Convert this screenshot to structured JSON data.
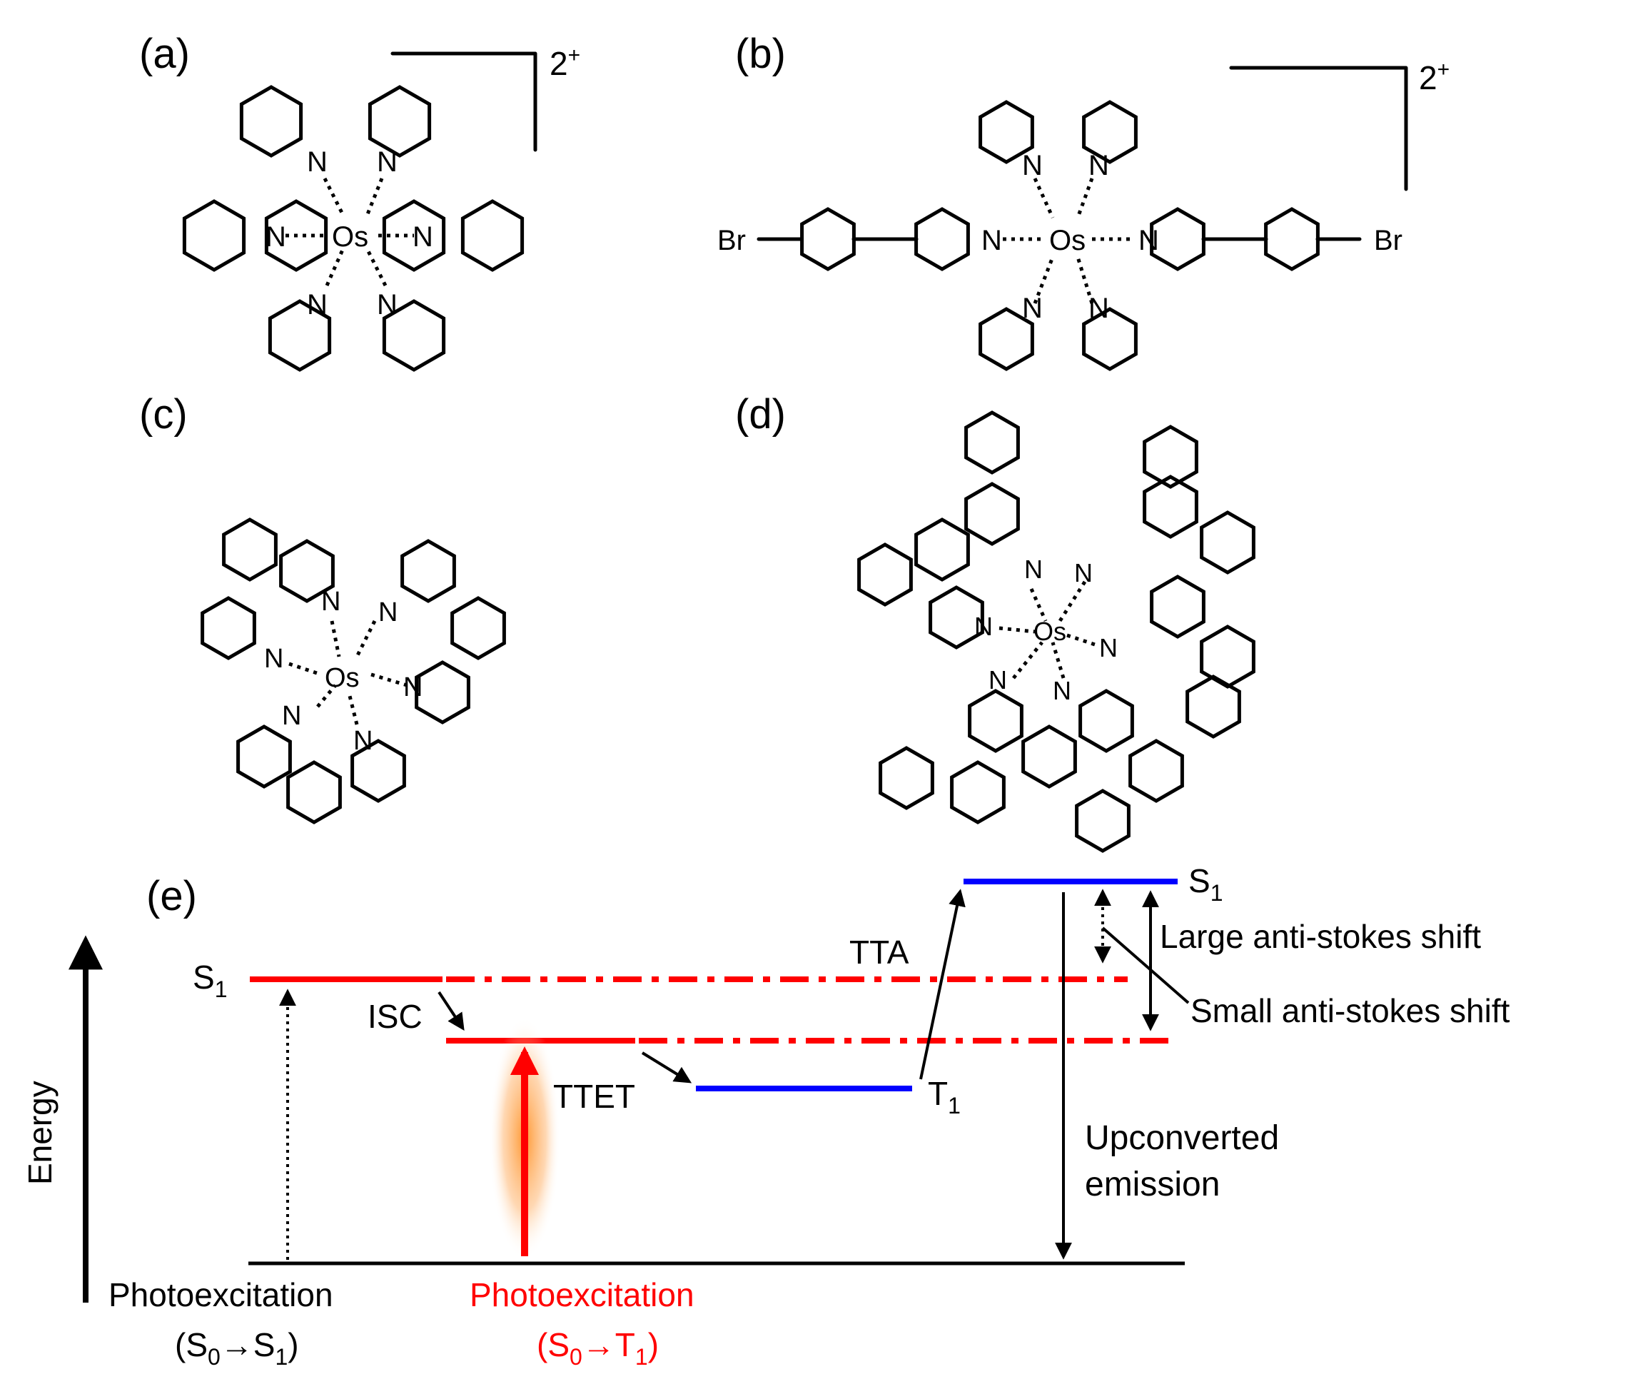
{
  "panels": {
    "a": {
      "label": "(a)",
      "charge": "2",
      "charge_sup": "+",
      "metal": "Os",
      "donor": "N"
    },
    "b": {
      "label": "(b)",
      "charge": "2",
      "charge_sup": "+",
      "metal": "Os",
      "donor": "N",
      "substituent": "Br"
    },
    "c": {
      "label": "(c)",
      "metal": "Os",
      "donor": "N"
    },
    "d": {
      "label": "(d)",
      "metal": "Os",
      "donor": "N"
    },
    "e": {
      "label": "(e)"
    }
  },
  "energy_diagram": {
    "axis_label": "Energy",
    "left_s1": {
      "main": "S",
      "sub": "1"
    },
    "right_s1": {
      "main": "S",
      "sub": "1"
    },
    "t1": {
      "main": "T",
      "sub": "1"
    },
    "isc": "ISC",
    "ttet": "TTET",
    "tta": "TTA",
    "large_shift": "Large anti-stokes shift",
    "small_shift": "Small anti-stokes shift",
    "upconverted_line1": "Upconverted",
    "upconverted_line2": "emission",
    "photo_black": {
      "line1": "Photoexcitation",
      "open": "(S",
      "sub0": "0",
      "arrow": "→S",
      "sub1": "1",
      "close": ")"
    },
    "photo_red": {
      "line1": "Photoexcitation",
      "open": "(S",
      "sub0": "0",
      "arrow": "→T",
      "sub1": "1",
      "close": ")"
    },
    "colors": {
      "sensitizer": "#ff0000",
      "annihilator": "#0000ff",
      "glow": "#ff8c1a"
    }
  }
}
